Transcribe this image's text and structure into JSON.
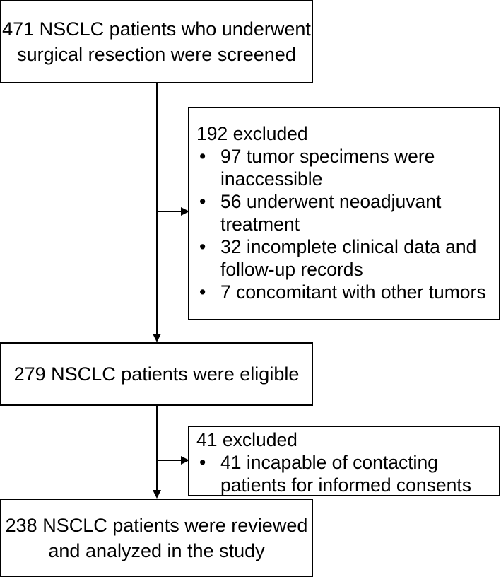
{
  "boxes": {
    "screened": {
      "lines": [
        "471 NSCLC patients who underwent",
        "surgical resection were screened"
      ]
    },
    "excluded_1": {
      "heading": "192 excluded",
      "items": [
        [
          "97 tumor specimens were",
          "inaccessible"
        ],
        [
          "56 underwent neoadjuvant",
          "treatment"
        ],
        [
          "32 incomplete clinical data and",
          "follow-up records"
        ],
        [
          "7 concomitant with other tumors"
        ]
      ]
    },
    "eligible": {
      "lines": [
        "279 NSCLC patients were eligible"
      ]
    },
    "excluded_2": {
      "heading": "41 excluded",
      "items": [
        [
          "41 incapable of contacting",
          "patients for informed consents"
        ]
      ]
    },
    "analyzed": {
      "lines": [
        "238 NSCLC patients were reviewed",
        "and analyzed in the study"
      ]
    }
  },
  "bullet_glyph": "•"
}
